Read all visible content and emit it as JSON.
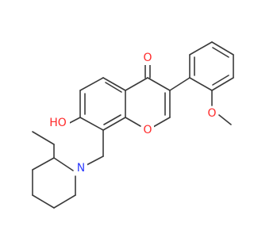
{
  "diagram": {
    "labels": {
      "ketone_o": "O",
      "ring_o": "O",
      "hydroxyl": "HO",
      "methoxy_o": "O",
      "piperidine_n": "N"
    },
    "colors": {
      "bond": "#3a3a3a",
      "oxygen": "#ff2a2a",
      "nitrogen": "#2f3dff",
      "background": "#ffffff"
    }
  }
}
